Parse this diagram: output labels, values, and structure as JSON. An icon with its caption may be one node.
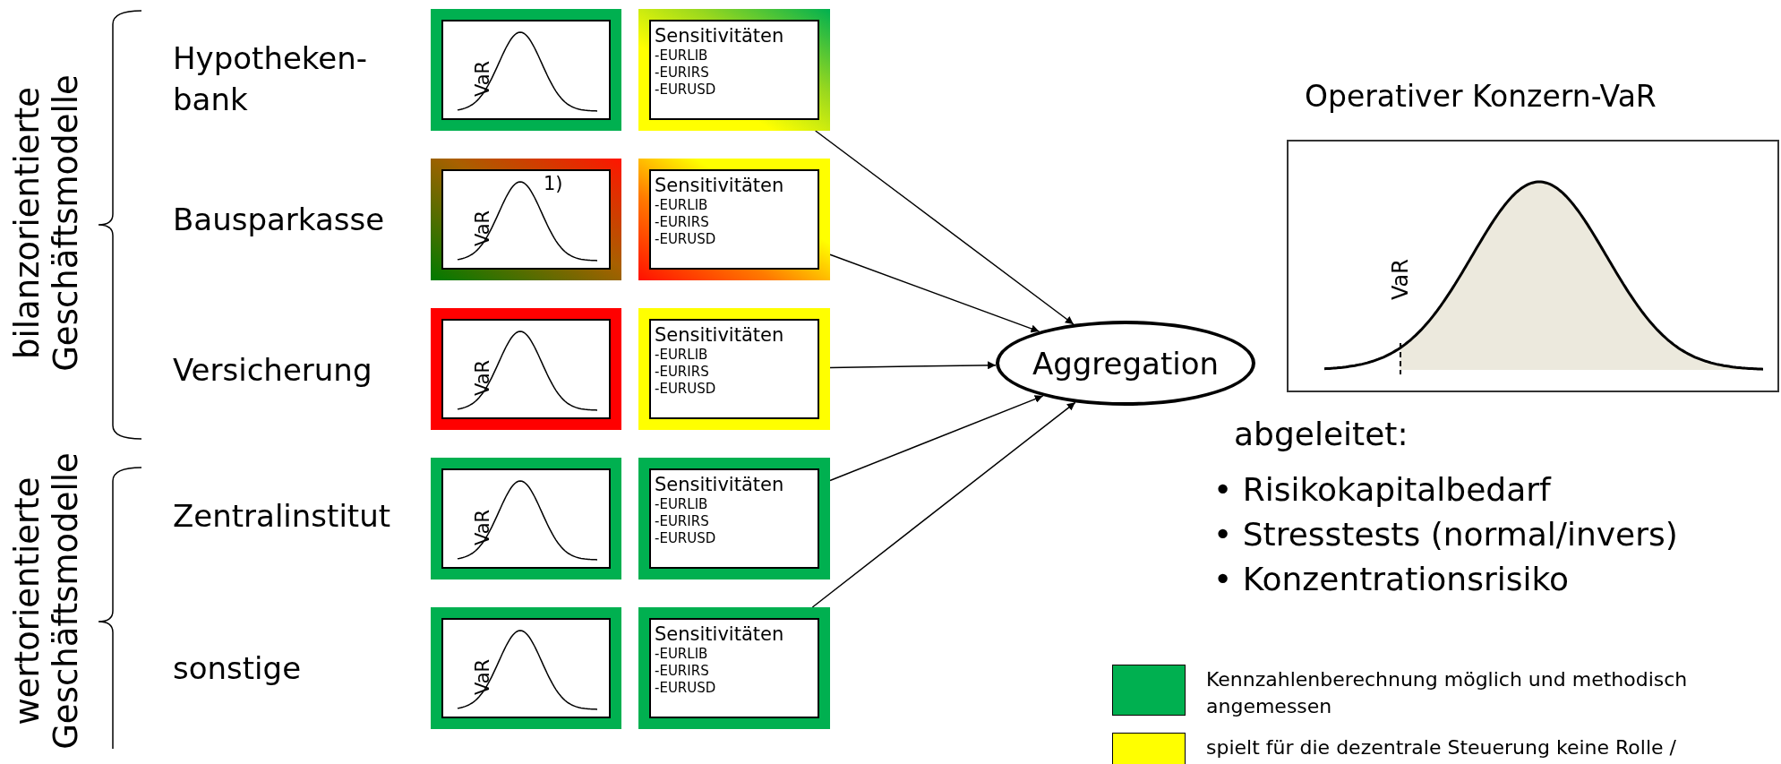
{
  "diagram": {
    "nodes": [
      {
        "text": [
          "VaR"
        ]
      },
      {
        "text": [
          "Sensitivitäten",
          "-EURLIB",
          "-EURIRS",
          "-EURUSD"
        ]
      },
      {
        "text": [
          "VaR",
          "1)"
        ]
      },
      {
        "text": [
          "Sensitivitäten",
          "-EURLIB",
          "-EURIRS",
          "-EURUSD"
        ]
      },
      {
        "text": [
          "VaR"
        ]
      },
      {
        "text": [
          "Sensitivitäten",
          "-EURLIB",
          "-EURIRS",
          "-EURUSD"
        ]
      },
      {
        "text": [
          "VaR"
        ]
      },
      {
        "text": [
          "Sensitivitäten",
          "-EURLIB",
          "-EURIRS",
          "-EURUSD"
        ]
      },
      {
        "text": [
          "VaR"
        ]
      },
      {
        "text": [
          "Sensitivitäten",
          "-EURLIB",
          "-EURIRS",
          "-EURUSD"
        ]
      },
      {
        "text": [
          "Aggregation"
        ]
      },
      {
        "text": [
          "Operativer Konzern-VaR",
          "VaR"
        ]
      }
    ],
    "edges": [
      {
        "from": 1,
        "to": 10,
        "arrow": "to"
      },
      {
        "from": 3,
        "to": 10,
        "arrow": "to"
      },
      {
        "from": 5,
        "to": 10,
        "arrow": "to"
      },
      {
        "from": 7,
        "to": 10,
        "arrow": "to"
      },
      {
        "from": 9,
        "to": 10,
        "arrow": "to"
      }
    ],
    "labels": [
      "bilanzorientierte Geschäftsmodelle",
      "Hypotheken- bank",
      "Bausparkasse",
      "Versicherung",
      "wertorientierte Geschäftsmodelle",
      "Zentralinstitut",
      "sonstige",
      "abgeleitet:",
      "• Risikokapitalbedarf",
      "• Stresstests (normal/invers)",
      "• Konzentrationsrisiko"
    ],
    "legend": [
      {
        "text": "Kennzahlenberechnung möglich und methodisch angemessen",
        "color": "#00b050"
      },
      {
        "text": "spielt für die dezentrale Steuerung keine Rolle /",
        "color": "#ffff00"
      }
    ]
  }
}
